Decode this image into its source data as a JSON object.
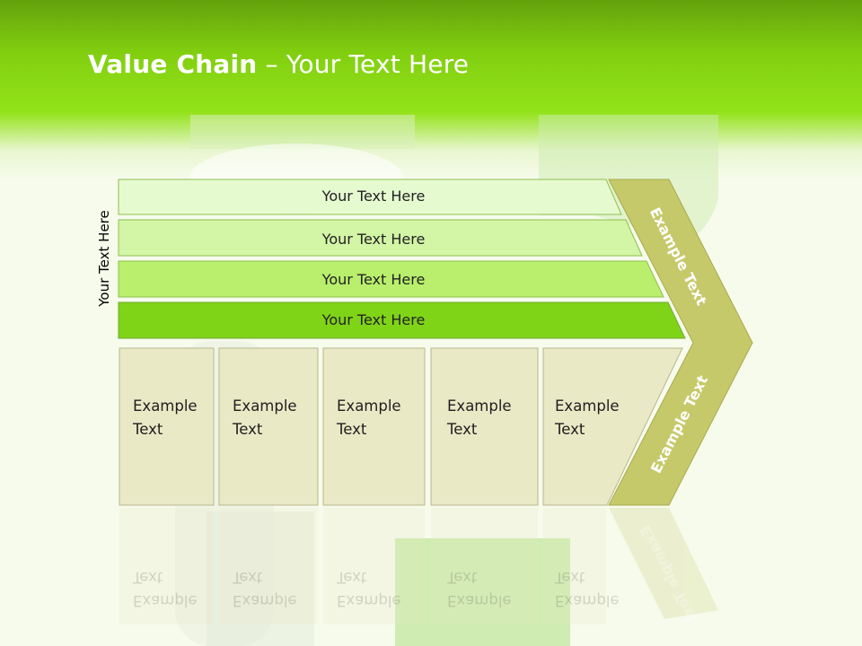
{
  "title": {
    "bold": "Value Chain",
    "rest": " – Your Text Here"
  },
  "side_label": "Your Text Here",
  "bars": [
    {
      "label": "Your Text Here",
      "color": "#e6fad0"
    },
    {
      "label": "Your Text Here",
      "color": "#d2f5a6"
    },
    {
      "label": "Your Text Here",
      "color": "#b9ef6c"
    },
    {
      "label": "Your Text Here",
      "color": "#80d418"
    }
  ],
  "boxes": [
    {
      "line1": "Example",
      "line2": "Text"
    },
    {
      "line1": "Example",
      "line2": "Text"
    },
    {
      "line1": "Example",
      "line2": "Text"
    },
    {
      "line1": "Example",
      "line2": "Text"
    },
    {
      "line1": "Example",
      "line2": "Text"
    }
  ],
  "chevron": {
    "upper_label": "Example Text",
    "lower_label": "Example Text",
    "color": "#c6c96a"
  },
  "colors": {
    "box_fill": "#eae9c6",
    "box_stroke": "#b9b88e",
    "header_green": "#8bdc14"
  }
}
